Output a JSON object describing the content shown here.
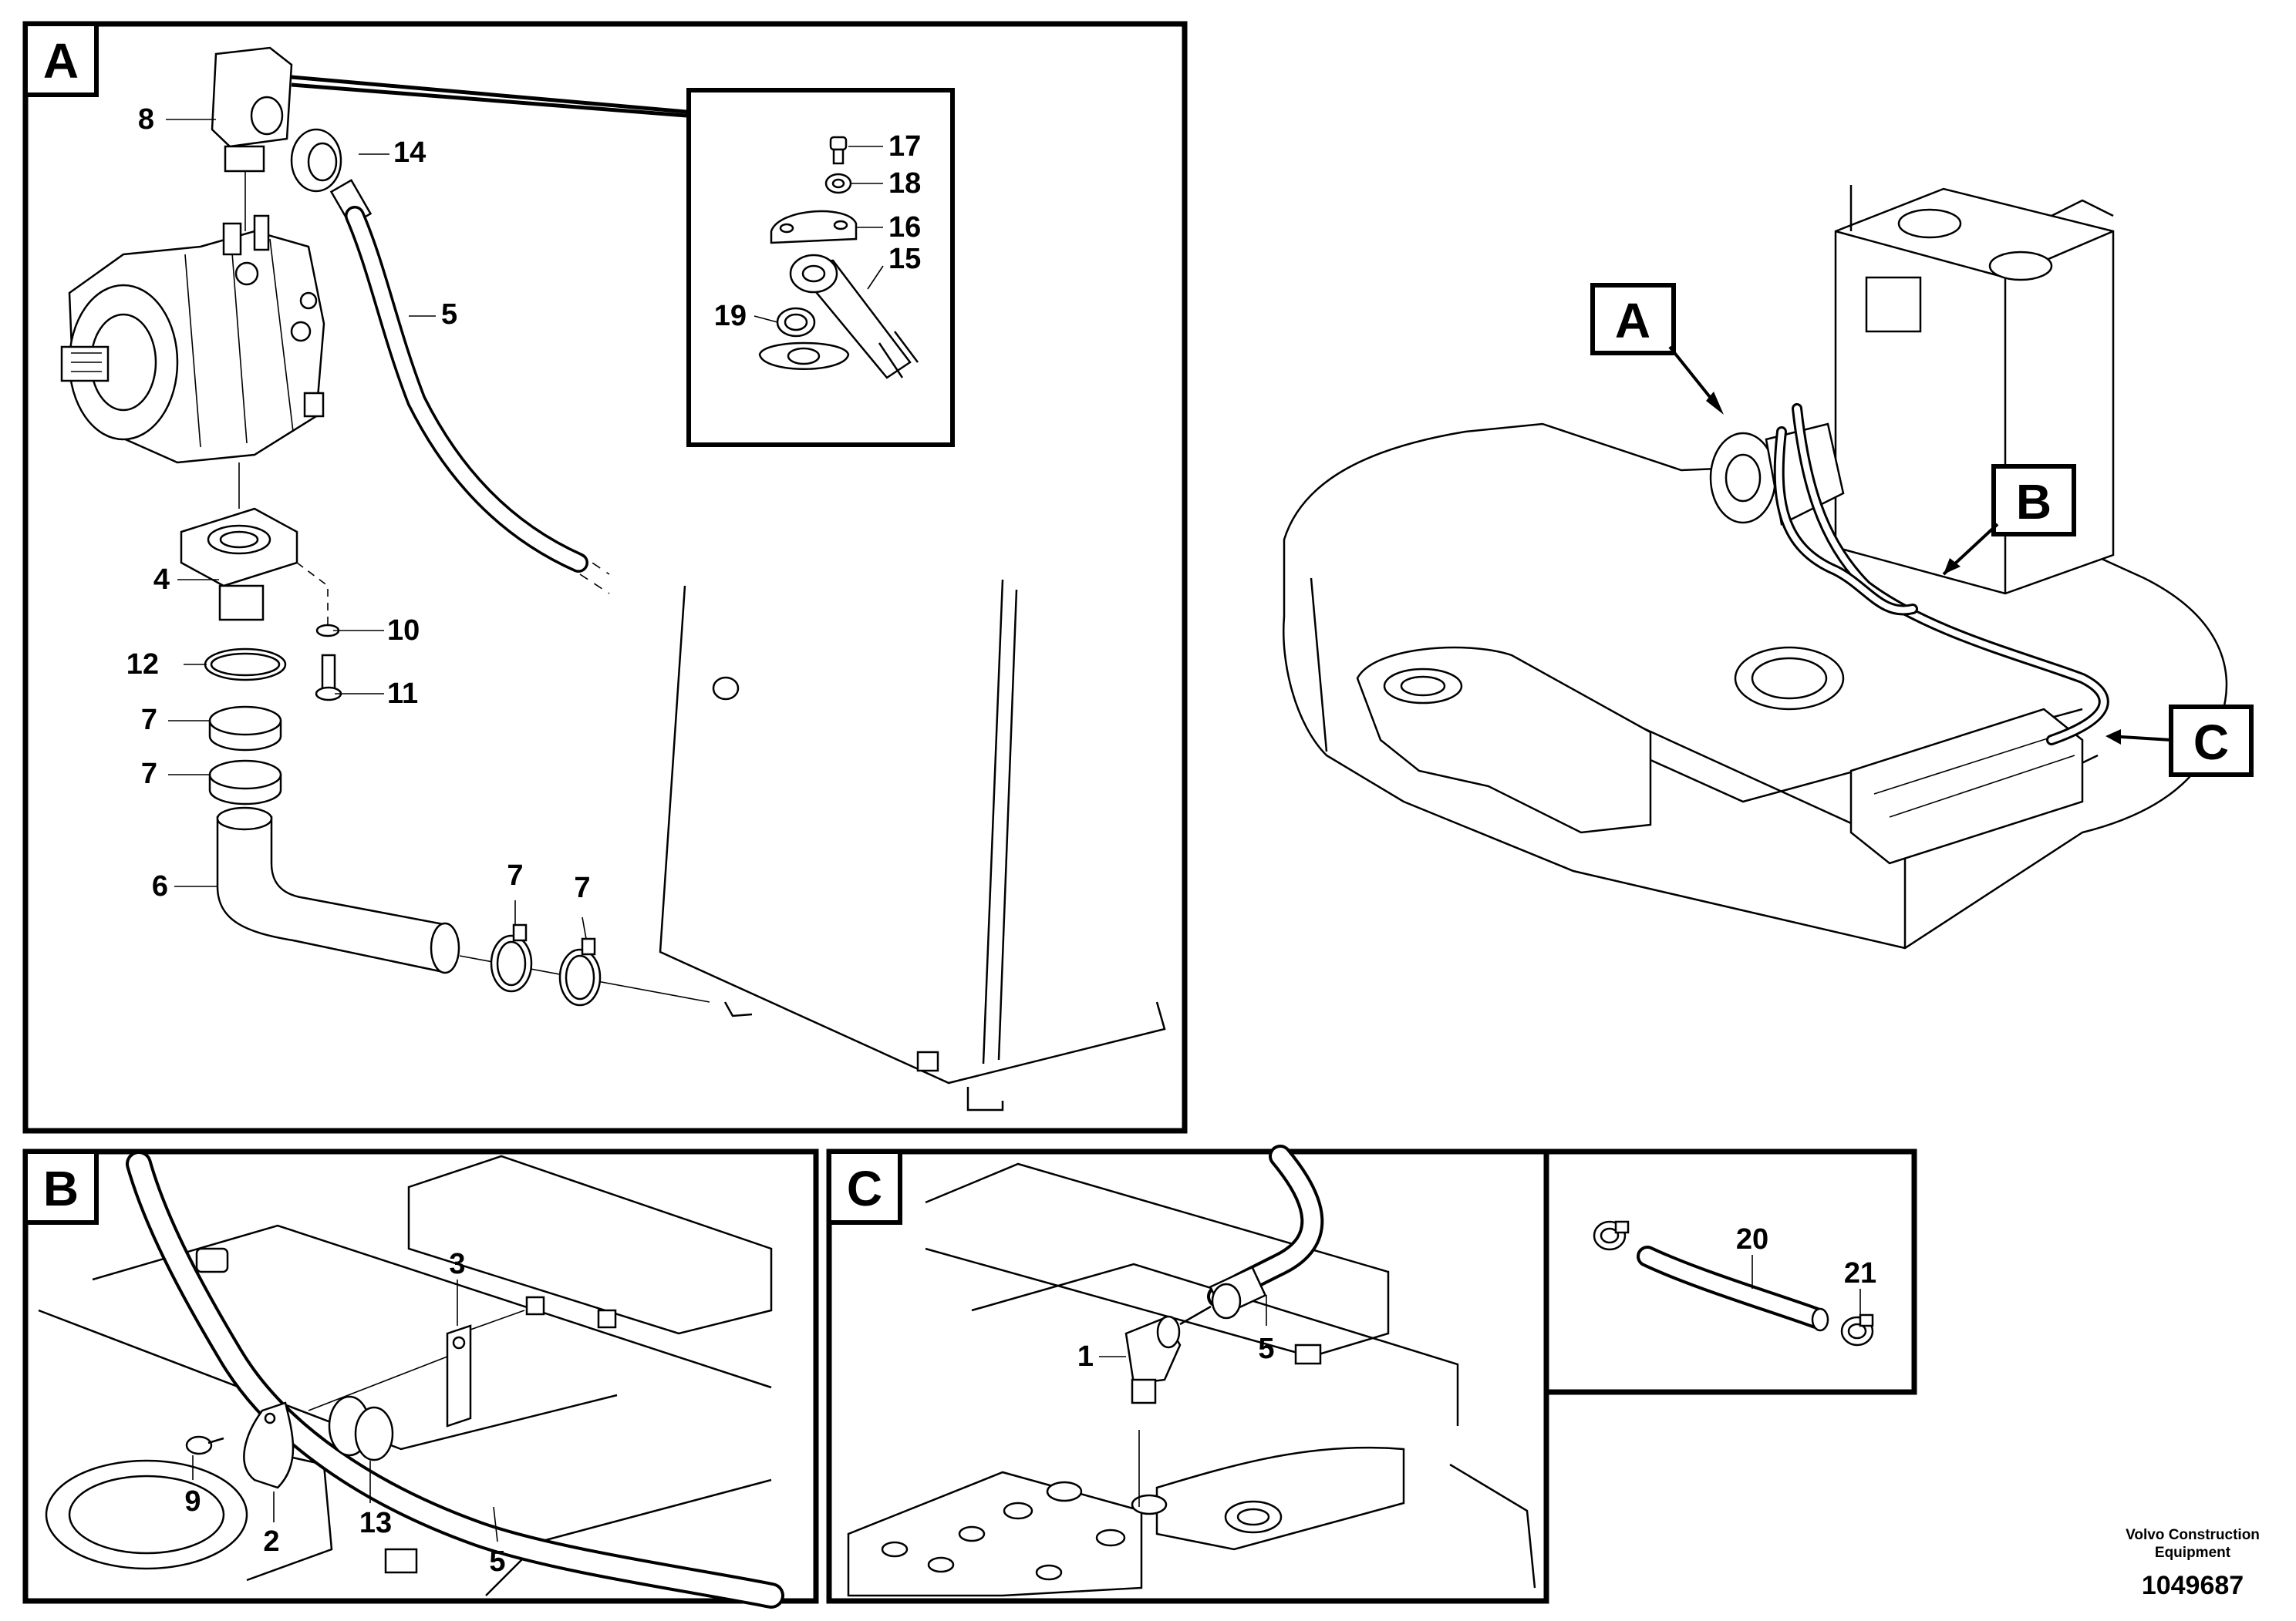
{
  "views": {
    "a": {
      "tag": "A"
    },
    "b": {
      "tag": "B"
    },
    "c": {
      "tag": "C"
    }
  },
  "overview_tags": [
    "A",
    "B",
    "C"
  ],
  "callouts": {
    "view_a": [
      "8",
      "14",
      "5",
      "4",
      "12",
      "10",
      "11",
      "7",
      "7",
      "6",
      "7",
      "7"
    ],
    "detail_a": [
      "17",
      "18",
      "16",
      "15",
      "19"
    ],
    "view_b": [
      "3",
      "9",
      "2",
      "13",
      "5"
    ],
    "view_c": [
      "1",
      "5"
    ],
    "kit": [
      "20",
      "21"
    ]
  },
  "footer": {
    "company": "Volvo Construction",
    "division": "Equipment",
    "drawing_number": "1049687"
  }
}
